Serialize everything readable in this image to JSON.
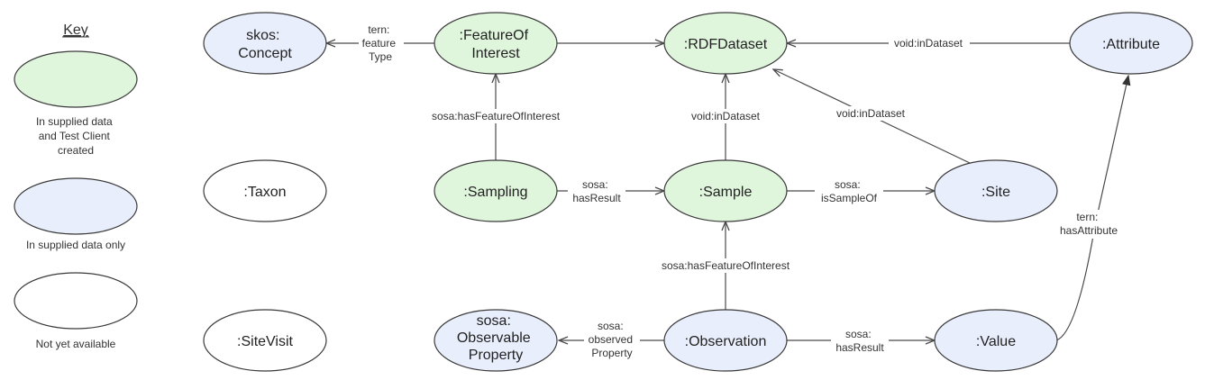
{
  "colors": {
    "green": "#dff5dc",
    "blue": "#e8eefc",
    "white": "#ffffff",
    "stroke": "#3a3a3a"
  },
  "key": {
    "title": "Key",
    "items": [
      {
        "color": "green",
        "lines": [
          "In supplied data",
          "and Test Client",
          "created"
        ]
      },
      {
        "color": "blue",
        "lines": [
          "In supplied data only"
        ]
      },
      {
        "color": "white",
        "lines": [
          "Not yet available"
        ]
      }
    ]
  },
  "nodes": {
    "skos_concept": {
      "lines": [
        "skos:",
        "Concept"
      ],
      "color": "blue"
    },
    "feature_of_interest": {
      "lines": [
        ":FeatureOf",
        "Interest"
      ],
      "color": "green"
    },
    "rdf_dataset": {
      "lines": [
        ":RDFDataset"
      ],
      "color": "green"
    },
    "attribute": {
      "lines": [
        ":Attribute"
      ],
      "color": "blue"
    },
    "taxon": {
      "lines": [
        ":Taxon"
      ],
      "color": "white"
    },
    "sampling": {
      "lines": [
        ":Sampling"
      ],
      "color": "green"
    },
    "sample": {
      "lines": [
        ":Sample"
      ],
      "color": "green"
    },
    "site": {
      "lines": [
        ":Site"
      ],
      "color": "blue"
    },
    "site_visit": {
      "lines": [
        ":SiteVisit"
      ],
      "color": "white"
    },
    "observable_property": {
      "lines": [
        "sosa:",
        "Observable",
        "Property"
      ],
      "color": "blue"
    },
    "observation": {
      "lines": [
        ":Observation"
      ],
      "color": "blue"
    },
    "value": {
      "lines": [
        ":Value"
      ],
      "color": "blue"
    }
  },
  "edges": {
    "foi_to_concept": {
      "from": "feature_of_interest",
      "to": "skos_concept",
      "lines": [
        "tern:",
        "feature",
        "Type"
      ]
    },
    "foi_to_dataset": {
      "from": "feature_of_interest",
      "to": "rdf_dataset",
      "lines": []
    },
    "attribute_to_dataset": {
      "from": "attribute",
      "to": "rdf_dataset",
      "lines": [
        "void:inDataset"
      ]
    },
    "sampling_to_foi": {
      "from": "sampling",
      "to": "feature_of_interest",
      "lines": [
        "sosa:hasFeatureOfInterest"
      ]
    },
    "sample_to_dataset": {
      "from": "sample",
      "to": "rdf_dataset",
      "lines": [
        "void:inDataset"
      ]
    },
    "site_to_dataset": {
      "from": "site",
      "to": "rdf_dataset",
      "lines": [
        "void:inDataset"
      ]
    },
    "sampling_to_sample": {
      "from": "sampling",
      "to": "sample",
      "lines": [
        "sosa:",
        "hasResult"
      ]
    },
    "sample_to_site": {
      "from": "sample",
      "to": "site",
      "lines": [
        "sosa:",
        "isSampleOf"
      ]
    },
    "value_to_attribute": {
      "from": "value",
      "to": "attribute",
      "lines": [
        "tern:",
        "hasAttribute"
      ]
    },
    "observation_to_sample": {
      "from": "observation",
      "to": "sample",
      "lines": [
        "sosa:hasFeatureOfInterest"
      ]
    },
    "observation_to_property": {
      "from": "observation",
      "to": "observable_property",
      "lines": [
        "sosa:",
        "observed",
        "Property"
      ]
    },
    "observation_to_value": {
      "from": "observation",
      "to": "value",
      "lines": [
        "sosa:",
        "hasResult"
      ]
    }
  }
}
